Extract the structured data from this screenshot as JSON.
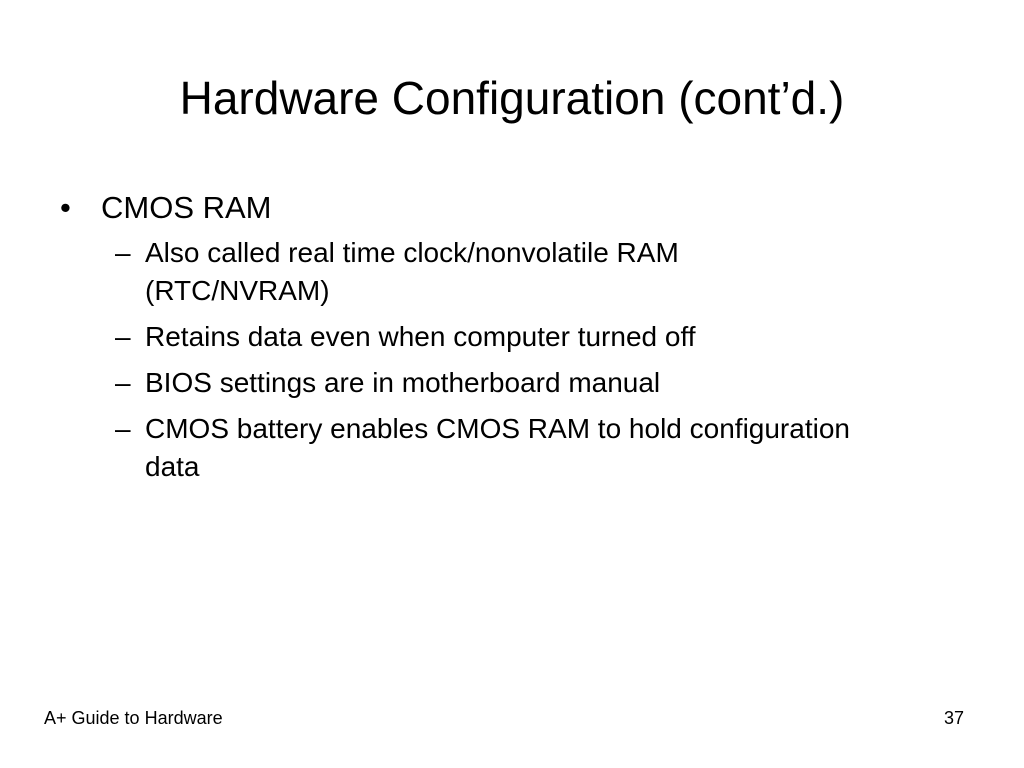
{
  "slide": {
    "title": "Hardware Configuration (cont’d.)",
    "bullets": [
      {
        "marker": "•",
        "text": "CMOS RAM",
        "sub_marker": "–",
        "subs": [
          "Also called real time clock/nonvolatile RAM (RTC/NVRAM)",
          "Retains data even when computer turned off",
          "BIOS settings are in motherboard manual",
          "CMOS battery enables CMOS RAM to hold configuration data"
        ]
      }
    ],
    "footer": {
      "left": "A+ Guide to Hardware",
      "page_number": "37"
    }
  }
}
